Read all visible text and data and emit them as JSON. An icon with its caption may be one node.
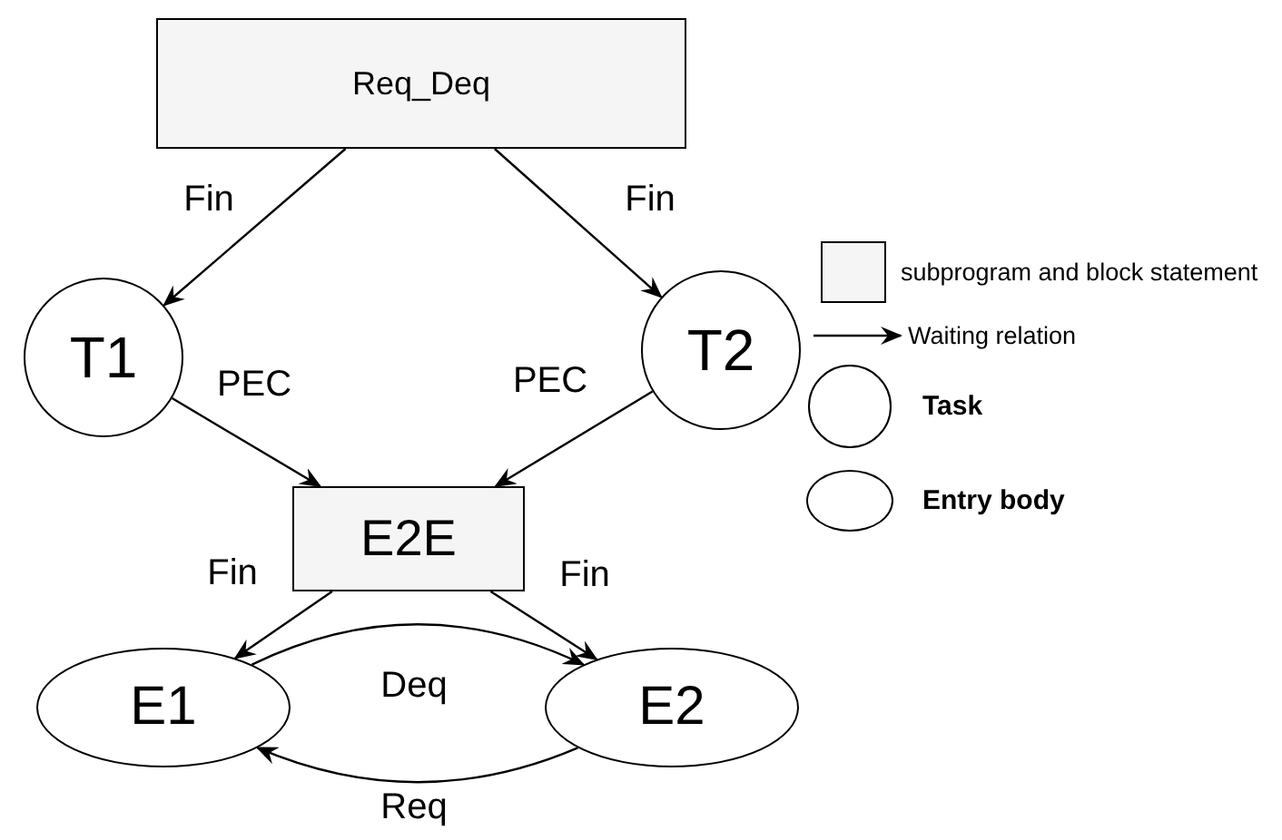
{
  "diagram": {
    "nodes": [
      {
        "text": [
          "Req_Deq"
        ]
      },
      {
        "text": [
          "T1"
        ]
      },
      {
        "text": [
          "T2"
        ]
      },
      {
        "text": [
          "E2E"
        ]
      },
      {
        "text": [
          "E1"
        ]
      },
      {
        "text": [
          "E2"
        ]
      }
    ],
    "edges": [
      {
        "from": 0,
        "to": 1,
        "arrow": "to",
        "label": "Fin"
      },
      {
        "from": 0,
        "to": 2,
        "arrow": "to",
        "label": "Fin"
      },
      {
        "from": 1,
        "to": 3,
        "arrow": "to",
        "label": "PEC"
      },
      {
        "from": 2,
        "to": 3,
        "arrow": "to",
        "label": "PEC"
      },
      {
        "from": 3,
        "to": 4,
        "arrow": "to",
        "label": "Fin"
      },
      {
        "from": 3,
        "to": 5,
        "arrow": "to",
        "label": "Fin"
      },
      {
        "from": 4,
        "to": 5,
        "arrow": "to",
        "label": "Deq"
      },
      {
        "from": 5,
        "to": 4,
        "arrow": "to",
        "label": "Req"
      }
    ],
    "legend": [
      {
        "text": "subprogram and block statement",
        "color": "#f5f5f5"
      },
      {
        "text": "Waiting relation"
      },
      {
        "text": "Task"
      },
      {
        "text": "Entry body"
      }
    ]
  }
}
